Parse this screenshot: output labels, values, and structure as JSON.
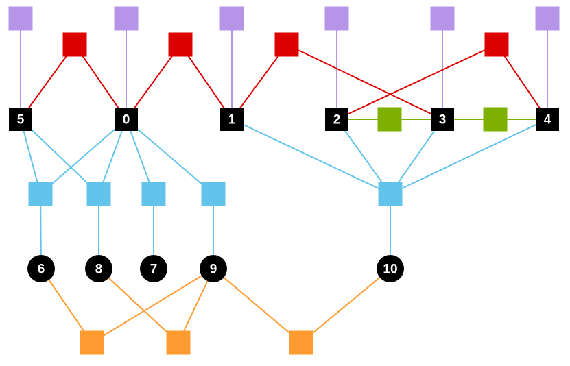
{
  "colors": {
    "purple": "#b695e8",
    "red": "#dd0000",
    "green": "#7db000",
    "blue": "#62c4ea",
    "orange": "#ff9b30",
    "node": "#000000",
    "label": "#ffffff"
  },
  "variables": [
    {
      "id": "v5",
      "label": "5",
      "shape": "square"
    },
    {
      "id": "v0",
      "label": "0",
      "shape": "square"
    },
    {
      "id": "v1",
      "label": "1",
      "shape": "square"
    },
    {
      "id": "v2",
      "label": "2",
      "shape": "square"
    },
    {
      "id": "v3",
      "label": "3",
      "shape": "square"
    },
    {
      "id": "v4",
      "label": "4",
      "shape": "square"
    },
    {
      "id": "v6",
      "label": "6",
      "shape": "circle"
    },
    {
      "id": "v8",
      "label": "8",
      "shape": "circle"
    },
    {
      "id": "v7",
      "label": "7",
      "shape": "circle"
    },
    {
      "id": "v9",
      "label": "9",
      "shape": "circle"
    },
    {
      "id": "v10",
      "label": "10",
      "shape": "circle"
    }
  ],
  "factors": [
    {
      "id": "p0",
      "group": "purple"
    },
    {
      "id": "p1",
      "group": "purple"
    },
    {
      "id": "p2",
      "group": "purple"
    },
    {
      "id": "p3",
      "group": "purple"
    },
    {
      "id": "p4",
      "group": "purple"
    },
    {
      "id": "p5",
      "group": "purple"
    },
    {
      "id": "r0",
      "group": "red"
    },
    {
      "id": "r1",
      "group": "red"
    },
    {
      "id": "r2",
      "group": "red"
    },
    {
      "id": "r3",
      "group": "red"
    },
    {
      "id": "g0",
      "group": "green"
    },
    {
      "id": "g1",
      "group": "green"
    },
    {
      "id": "b0",
      "group": "blue"
    },
    {
      "id": "b1",
      "group": "blue"
    },
    {
      "id": "b2",
      "group": "blue"
    },
    {
      "id": "b3",
      "group": "blue"
    },
    {
      "id": "b4",
      "group": "blue"
    },
    {
      "id": "o0",
      "group": "orange"
    },
    {
      "id": "o1",
      "group": "orange"
    },
    {
      "id": "o2",
      "group": "orange"
    }
  ],
  "edges": [
    {
      "from": "p0",
      "to": "v5",
      "group": "purple"
    },
    {
      "from": "p1",
      "to": "v0",
      "group": "purple"
    },
    {
      "from": "p2",
      "to": "v1",
      "group": "purple"
    },
    {
      "from": "p3",
      "to": "v2",
      "group": "purple"
    },
    {
      "from": "p4",
      "to": "v3",
      "group": "purple"
    },
    {
      "from": "p5",
      "to": "v4",
      "group": "purple"
    },
    {
      "from": "r0",
      "to": "v5",
      "group": "red"
    },
    {
      "from": "r0",
      "to": "v0",
      "group": "red"
    },
    {
      "from": "r1",
      "to": "v0",
      "group": "red"
    },
    {
      "from": "r1",
      "to": "v1",
      "group": "red"
    },
    {
      "from": "r2",
      "to": "v1",
      "group": "red"
    },
    {
      "from": "r2",
      "to": "v3",
      "group": "red"
    },
    {
      "from": "r3",
      "to": "v2",
      "group": "red"
    },
    {
      "from": "r3",
      "to": "v4",
      "group": "red"
    },
    {
      "from": "g0",
      "to": "v2",
      "group": "green"
    },
    {
      "from": "g0",
      "to": "v3",
      "group": "green"
    },
    {
      "from": "g1",
      "to": "v3",
      "group": "green"
    },
    {
      "from": "g1",
      "to": "v4",
      "group": "green"
    },
    {
      "from": "b0",
      "to": "v5",
      "group": "blue"
    },
    {
      "from": "b0",
      "to": "v0",
      "group": "blue"
    },
    {
      "from": "b0",
      "to": "v6",
      "group": "blue"
    },
    {
      "from": "b1",
      "to": "v5",
      "group": "blue"
    },
    {
      "from": "b1",
      "to": "v0",
      "group": "blue"
    },
    {
      "from": "b1",
      "to": "v8",
      "group": "blue"
    },
    {
      "from": "b2",
      "to": "v0",
      "group": "blue"
    },
    {
      "from": "b2",
      "to": "v7",
      "group": "blue"
    },
    {
      "from": "b3",
      "to": "v0",
      "group": "blue"
    },
    {
      "from": "b3",
      "to": "v9",
      "group": "blue"
    },
    {
      "from": "b4",
      "to": "v1",
      "group": "blue"
    },
    {
      "from": "b4",
      "to": "v2",
      "group": "blue"
    },
    {
      "from": "b4",
      "to": "v3",
      "group": "blue"
    },
    {
      "from": "b4",
      "to": "v4",
      "group": "blue"
    },
    {
      "from": "b4",
      "to": "v10",
      "group": "blue"
    },
    {
      "from": "o0",
      "to": "v6",
      "group": "orange"
    },
    {
      "from": "o0",
      "to": "v9",
      "group": "orange"
    },
    {
      "from": "o1",
      "to": "v8",
      "group": "orange"
    },
    {
      "from": "o1",
      "to": "v9",
      "group": "orange"
    },
    {
      "from": "o2",
      "to": "v9",
      "group": "orange"
    },
    {
      "from": "o2",
      "to": "v10",
      "group": "orange"
    }
  ]
}
